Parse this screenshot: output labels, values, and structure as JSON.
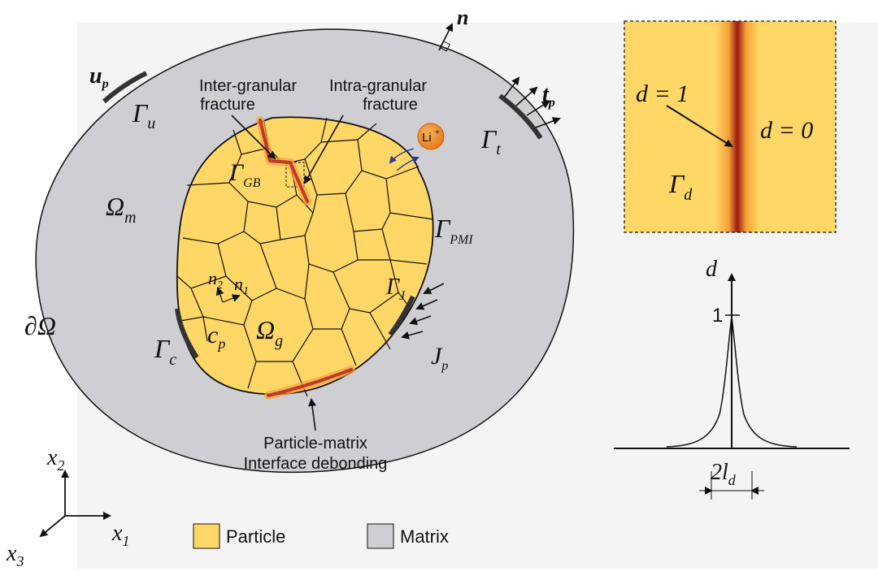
{
  "labels": {
    "u_p": "u",
    "u_p_sub": "p",
    "gamma_u": "Γ",
    "gamma_u_sub": "u",
    "omega_m": "Ω",
    "omega_m_sub": "m",
    "d_omega": "∂Ω",
    "gamma_c": "Γ",
    "gamma_c_sub": "c",
    "c_p": "c",
    "c_p_sub": "p",
    "omega_g": "Ω",
    "omega_g_sub": "g",
    "gamma_gb": "Γ",
    "gamma_gb_sub": "GB",
    "gamma_pmi": "Γ",
    "gamma_pmi_sub": "PMI",
    "gamma_j": "Γ",
    "gamma_j_sub": "J",
    "j_p": "J",
    "j_p_sub": "p",
    "gamma_t": "Γ",
    "gamma_t_sub": "t",
    "t_p": "t",
    "t_p_sub": "p",
    "normal": "n",
    "n1": "n",
    "n1_sub": "1",
    "n2": "n",
    "n2_sub": "2",
    "li_ion": "Li",
    "li_charge": "+"
  },
  "annotations": {
    "inter_line1": "Inter-granular",
    "inter_line2": "fracture",
    "intra_line1": "Intra-granular",
    "intra_line2": "fracture",
    "pmi_line1": "Particle-matrix",
    "pmi_line2": "Interface debonding"
  },
  "inset": {
    "d1": "d = 1",
    "d0": "d = 0",
    "gamma_d": "Γ",
    "gamma_d_sub": "d"
  },
  "profile": {
    "axis_label": "d",
    "peak_tick": "1",
    "width_label": "2l",
    "width_sub": "d"
  },
  "axes": {
    "x1": "x",
    "x1_sub": "1",
    "x2": "x",
    "x2_sub": "2",
    "x3": "x",
    "x3_sub": "3"
  },
  "legend": {
    "particle": "Particle",
    "matrix": "Matrix"
  },
  "colors": {
    "matrix": "#cfcfd3",
    "particle": "#fed766",
    "crack": "#c0392b",
    "li_ion": "#f08a24"
  }
}
